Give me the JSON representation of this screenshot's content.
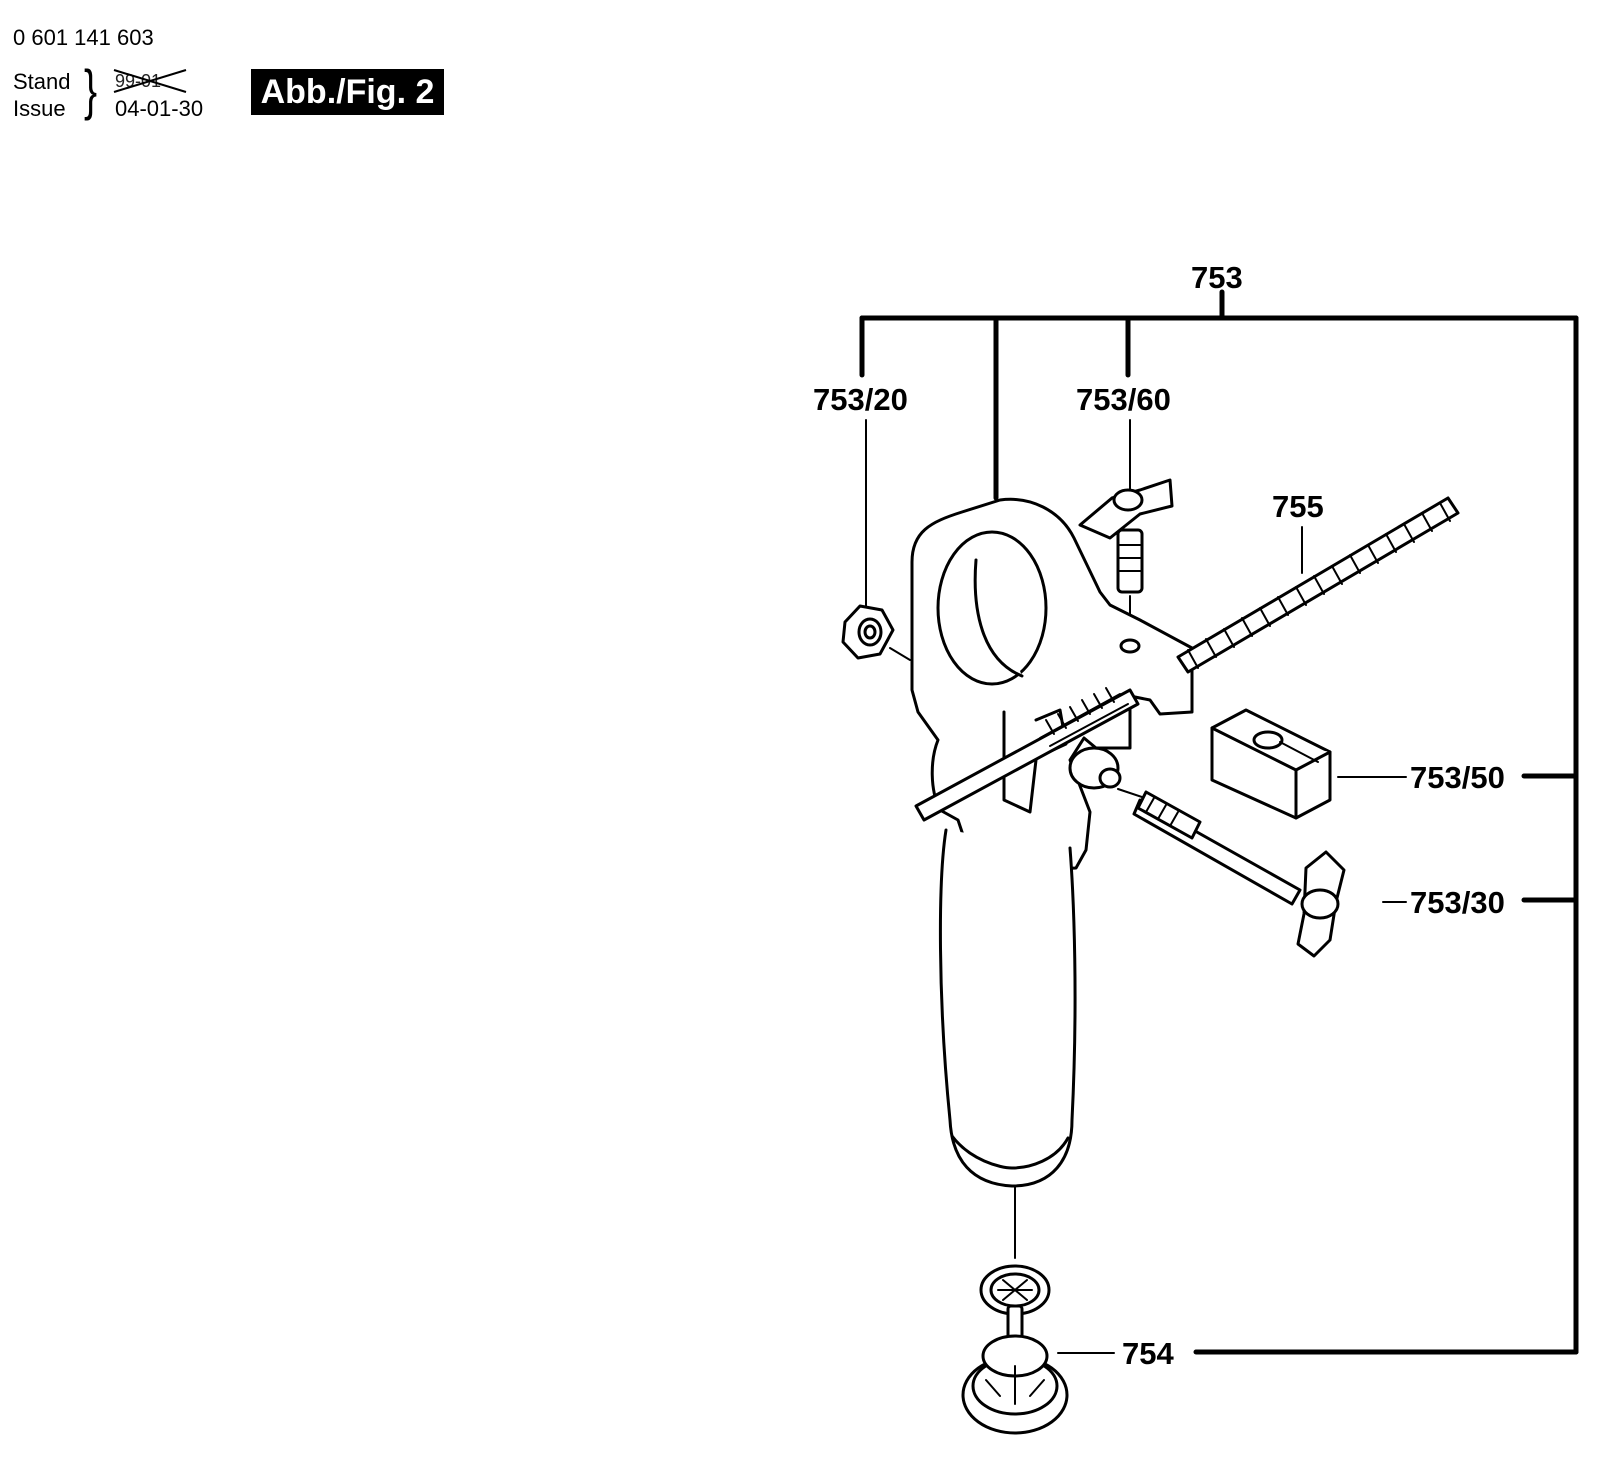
{
  "header": {
    "part_number": "0 601 141 603",
    "stand_label": "Stand",
    "issue_label": "Issue",
    "old_date": "99-01",
    "issue_date": "04-01-30",
    "figure_badge": "Abb./Fig. 2"
  },
  "callouts": {
    "c753": "753",
    "c753_20": "753/20",
    "c753_60": "753/60",
    "c755": "755",
    "c753_50": "753/50",
    "c753_30": "753/30",
    "c754": "754"
  }
}
